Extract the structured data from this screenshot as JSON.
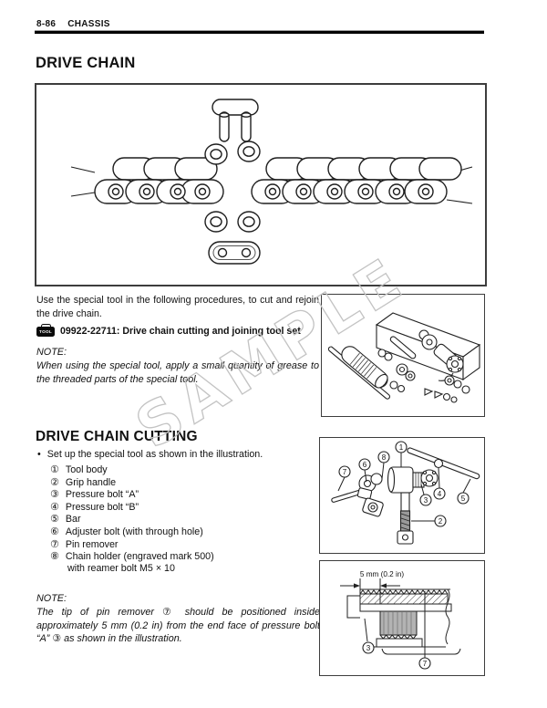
{
  "header": {
    "page_number": "8-86",
    "section_title": "CHASSIS"
  },
  "page": {
    "title": "DRIVE CHAIN",
    "intro": "Use the special tool in the following procedures, to cut and rejoin the drive chain.",
    "tool_ref": {
      "icon_label": "TOOL",
      "code_and_name": "09922-22711: Drive chain cutting and joining tool set"
    },
    "note": {
      "label": "NOTE:",
      "text": "When using the special tool, apply a small quantity of grease to the threaded parts of the special tool."
    }
  },
  "cutting_section": {
    "title": "DRIVE CHAIN CUTTING",
    "bullet_char": "•",
    "bullet_text": "Set up the special tool as shown in the illustration.",
    "items": [
      {
        "num": "①",
        "label": "Tool body"
      },
      {
        "num": "②",
        "label": "Grip handle"
      },
      {
        "num": "③",
        "label": "Pressure bolt “A”"
      },
      {
        "num": "④",
        "label": "Pressure bolt “B”"
      },
      {
        "num": "⑤",
        "label": "Bar"
      },
      {
        "num": "⑥",
        "label": "Adjuster bolt (with through hole)"
      },
      {
        "num": "⑦",
        "label": "Pin remover"
      },
      {
        "num": "⑧",
        "label": "Chain holder (engraved mark 500)",
        "label2": "with reamer bolt M5 × 10"
      }
    ],
    "note": {
      "label": "NOTE:",
      "text": "The tip of pin remover ⑦ should be positioned inside approximately 5 mm (0.2 in) from the end face of pressure bolt “A” ③ as shown in the illustration."
    }
  },
  "figures": {
    "setup": {
      "callouts": [
        "1",
        "2",
        "3",
        "4",
        "5",
        "6",
        "7",
        "8"
      ]
    },
    "cross_section": {
      "dimension_label": "5 mm (0.2 in)",
      "callout_pressure_bolt": "3",
      "callout_pin_remover": "7"
    }
  },
  "watermark": "SAMPLE"
}
